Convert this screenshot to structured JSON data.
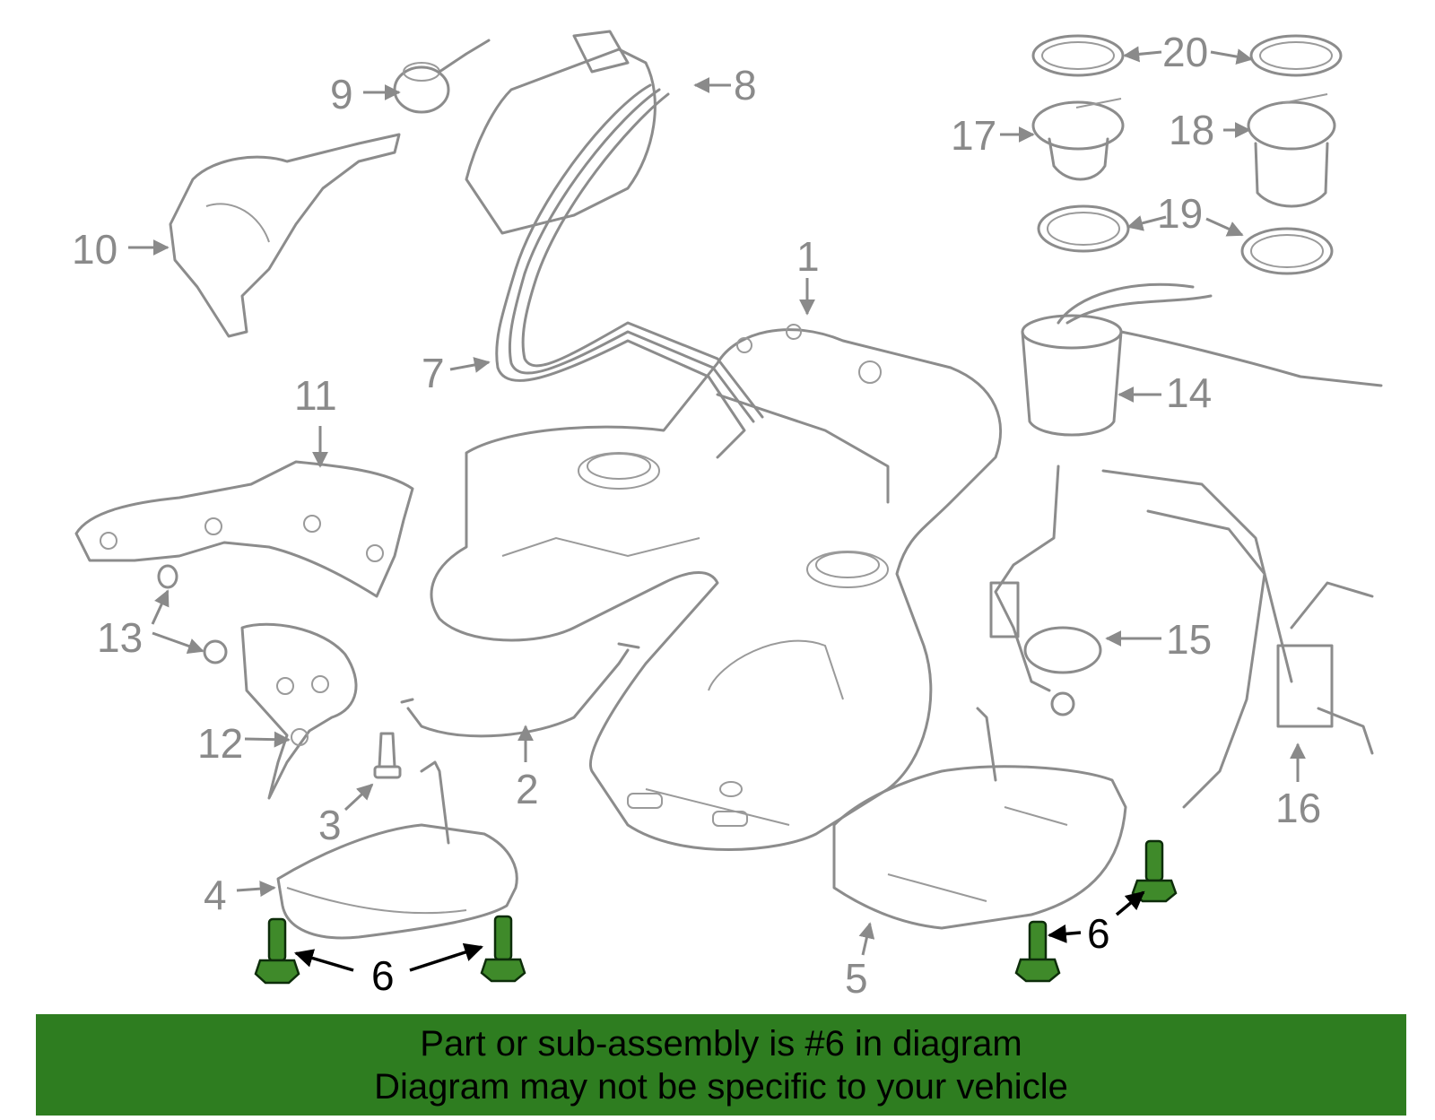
{
  "callouts": {
    "c1": "1",
    "c2": "2",
    "c3": "3",
    "c4": "4",
    "c5": "5",
    "c6a": "6",
    "c6b": "6",
    "c7": "7",
    "c8": "8",
    "c9": "9",
    "c10": "10",
    "c11": "11",
    "c12": "12",
    "c13": "13",
    "c14": "14",
    "c15": "15",
    "c16": "16",
    "c17": "17",
    "c18": "18",
    "c19": "19",
    "c20": "20"
  },
  "highlight_part": "6",
  "colors": {
    "line_art": "#8c8c8c",
    "highlight_fill": "#3f8a2a",
    "banner": "#2e7d20",
    "text": "#000000"
  },
  "banner": {
    "line1": "Part or sub-assembly is #6 in diagram",
    "line2": "Diagram may not be specific to your vehicle"
  }
}
